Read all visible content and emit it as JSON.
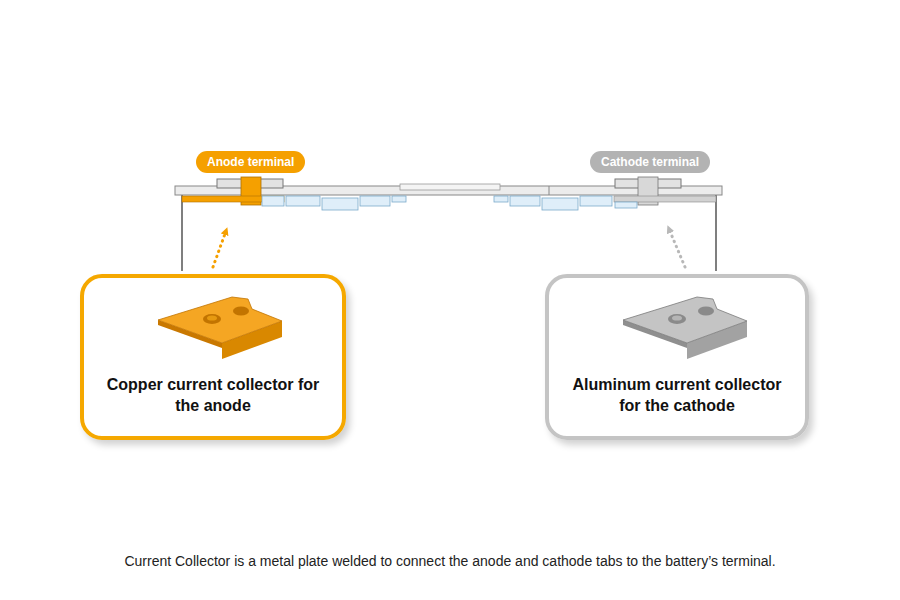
{
  "diagram": {
    "caption": "Current Collector is a metal plate welded to connect the anode and cathode tabs to the battery’s terminal.",
    "nodes": [
      {
        "text": [
          "Anode terminal"
        ]
      },
      {
        "text": [
          "Cathode terminal"
        ]
      },
      {
        "text": [
          "Copper current collector for the anode"
        ]
      },
      {
        "text": [
          "Aluminum current collector for the cathode"
        ]
      }
    ]
  }
}
